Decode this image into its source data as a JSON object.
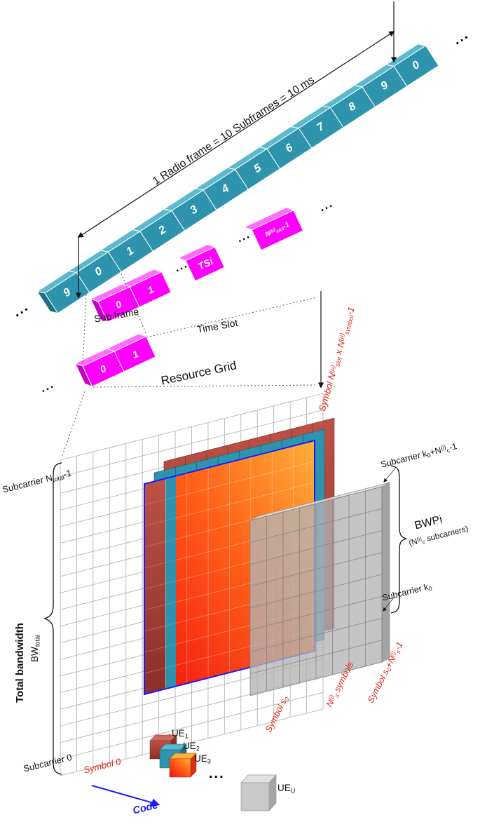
{
  "palette": {
    "frame_teal": "#2e93ac",
    "frame_teal_light": "#5cb9cd",
    "frame_teal_dark": "#1f6e83",
    "slot_magenta": "#ff00ff",
    "slot_magenta_light": "#ff6bff",
    "slot_magenta_dark": "#c400c4",
    "ue1_brown": "#bd5247",
    "ue1_brown_dark": "#8c2f27",
    "ue2_teal": "#2e93ac",
    "ue3_orange_top": "#ffb03a",
    "ue3_orange_mid": "#ff5f17",
    "ue3_red_bottom": "#f21111",
    "bwp_gray": "#b4b4b4",
    "bwp_gray_light": "#dedede",
    "bwp_gray_dark": "#9a9a9a",
    "grid_line": "#b5b5b5",
    "red_label": "#e32313",
    "blue_accent": "#1a1aff",
    "text_black": "#111111"
  },
  "labels": {
    "radio_frame_measure": "1 Radio frame = 10 Subframes = 10 ms",
    "sub_frame": "Sub frame",
    "time_slot": "Time Slot",
    "resource_grid": "Resource Grid",
    "symbol_zero": "Symbol 0",
    "subcarrier_zero": "Subcarrier 0",
    "total_bandwidth": "Total bandwidth",
    "code": "Code",
    "ellipsis": "..."
  },
  "rich": {
    "slot_last": [
      {
        "t": "N"
      },
      {
        "t": "(μ)",
        "m": "sup"
      },
      {
        "t": "slot",
        "m": "sub"
      },
      {
        "t": "-1"
      }
    ],
    "subcarrier_top": [
      {
        "t": "Subcarrier N"
      },
      {
        "t": "total",
        "m": "sub"
      },
      {
        "t": "-1"
      }
    ],
    "bw_total": [
      {
        "t": "BW"
      },
      {
        "t": "total",
        "m": "sub"
      }
    ],
    "symbol_max": [
      {
        "t": "Symbol N"
      },
      {
        "t": "(μ)",
        "m": "sup"
      },
      {
        "t": "slot",
        "m": "sub"
      },
      {
        "t": " x N"
      },
      {
        "t": "(μ)",
        "m": "sup"
      },
      {
        "t": "symbol",
        "m": "sub"
      },
      {
        "t": "-1"
      }
    ],
    "subcarrier_k_hi": [
      {
        "t": "Subcarrier k"
      },
      {
        "t": "0",
        "m": "sub"
      },
      {
        "t": "+N"
      },
      {
        "t": "(i)",
        "m": "sup"
      },
      {
        "t": "c",
        "m": "sub"
      },
      {
        "t": "-1"
      }
    ],
    "bwpi": [
      {
        "t": "BWPi"
      }
    ],
    "bwpi_note": [
      {
        "t": "("
      },
      {
        "t": "N"
      },
      {
        "t": "(i)",
        "m": "sup"
      },
      {
        "t": "c",
        "m": "sub"
      },
      {
        "t": " subcarriers)"
      }
    ],
    "subcarrier_k0": [
      {
        "t": "Subcarrier k"
      },
      {
        "t": "0",
        "m": "sub"
      }
    ],
    "symbol_s_hi": [
      {
        "t": "Symbol s"
      },
      {
        "t": "0",
        "m": "sub"
      },
      {
        "t": "+N"
      },
      {
        "t": "(i)",
        "m": "sup"
      },
      {
        "t": "s",
        "m": "sub"
      },
      {
        "t": "-1"
      }
    ],
    "n_s_symbols": [
      {
        "t": "N"
      },
      {
        "t": "(i)",
        "m": "sup"
      },
      {
        "t": "s",
        "m": "sub"
      },
      {
        "t": " symbols"
      }
    ],
    "symbol_s0": [
      {
        "t": "Symbol s"
      },
      {
        "t": "0",
        "m": "sub"
      }
    ],
    "ue1": [
      {
        "t": "UE"
      },
      {
        "t": "1",
        "m": "sub"
      }
    ],
    "ue2": [
      {
        "t": "UE"
      },
      {
        "t": "2",
        "m": "sub"
      }
    ],
    "ue3": [
      {
        "t": "UE"
      },
      {
        "t": "3",
        "m": "sub"
      }
    ],
    "ueu": [
      {
        "t": "UE"
      },
      {
        "t": "U",
        "m": "sub"
      }
    ]
  },
  "chains": {
    "radio_frame": {
      "cells": [
        "9",
        "0",
        "1",
        "2",
        "3",
        "4",
        "5",
        "6",
        "7",
        "8",
        "9",
        "0"
      ]
    },
    "time_slots": {
      "cells": [
        {
          "label": "0"
        },
        {
          "label": "1"
        },
        {
          "dots": true
        },
        {
          "label": "TSi"
        },
        {
          "dots": true
        },
        {
          "rich": "slot_last"
        }
      ]
    },
    "slot_expanded": {
      "cells": [
        {
          "label": "0"
        },
        {
          "label": "1"
        }
      ]
    }
  }
}
